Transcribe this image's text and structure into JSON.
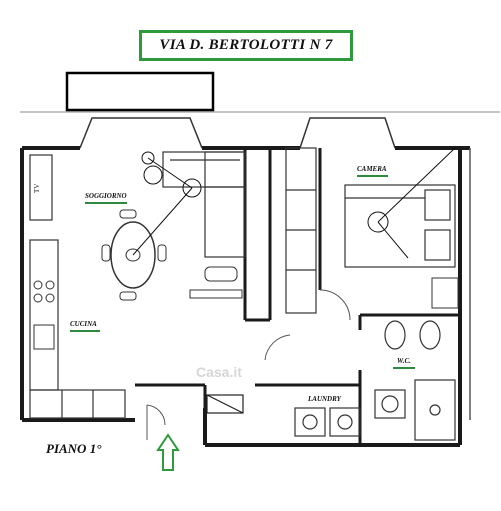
{
  "street": {
    "label": "VIA  D. BERTOLOTTI N 7"
  },
  "rooms": {
    "soggiorno": "SOGGIORNO",
    "camera": "CAMERA",
    "cucina": "CUCINA",
    "wc": "W.C.",
    "laundry": "LAUNDRY"
  },
  "fixtures": {
    "tv": "TV"
  },
  "floor": {
    "label": "PIANO 1°"
  },
  "watermark": {
    "label": "Casa.it"
  },
  "colors": {
    "accent_green": "#2e9a3c",
    "wall": "#1a1a1a"
  }
}
